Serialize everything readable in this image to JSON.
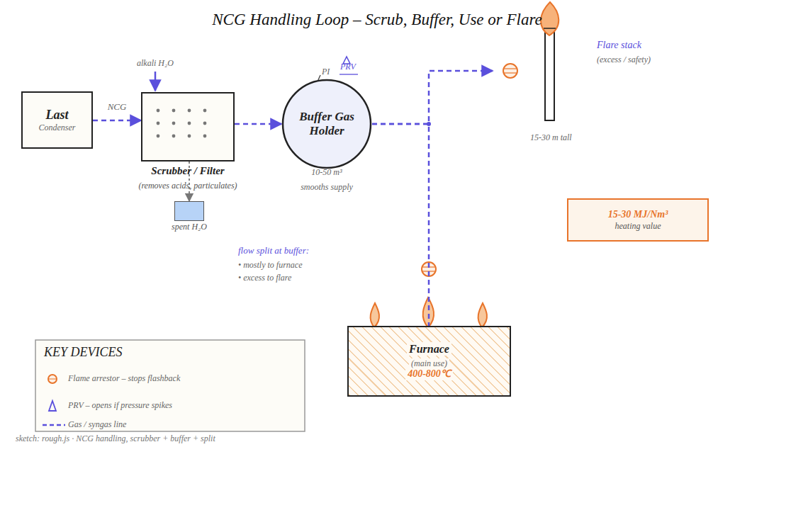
{
  "diagram": {
    "title": "NCG Handling Loop – Scrub, Buffer, Use or Flare",
    "caption": "sketch: rough.js · NCG handling, scrubber + buffer + split",
    "nodes": [
      {
        "text": [
          "Last",
          "Condenser"
        ]
      },
      {
        "text": [
          "Scrubber / Filter",
          "(removes acids, particulates)"
        ]
      },
      {
        "text": [
          "spent H₂O"
        ]
      },
      {
        "text": [
          "Buffer Gas Holder"
        ]
      },
      {
        "text": [
          "Flare stack",
          "(excess / safety)"
        ]
      },
      {
        "text": [
          "Furnace",
          "(main use)",
          "400-800℃"
        ]
      },
      {
        "text": [
          "15-30 MJ/Nm³",
          "heating value"
        ]
      }
    ],
    "edges": [
      {
        "from": 0,
        "to": 1,
        "arrow": "to",
        "label": "NCG"
      },
      {
        "from": 1,
        "to": 2,
        "arrow": "to"
      },
      {
        "from": 1,
        "to": 3,
        "arrow": "to"
      },
      {
        "from": 3,
        "to": 4,
        "arrow": "to"
      },
      {
        "from": 3,
        "to": 5,
        "arrow": "none"
      }
    ],
    "labels": [
      "alkali H₂O",
      "PI",
      "PRV",
      "10-50 m³",
      "smooths supply",
      "15-30 m tall",
      "flow split at buffer:",
      "• mostly to furnace",
      "• excess to flare",
      "KEY DEVICES"
    ],
    "legend": [
      {
        "text": "Flame arrestor – stops flashback"
      },
      {
        "text": "PRV – opens if pressure spikes"
      },
      {
        "text": "Gas / syngas line"
      }
    ]
  }
}
